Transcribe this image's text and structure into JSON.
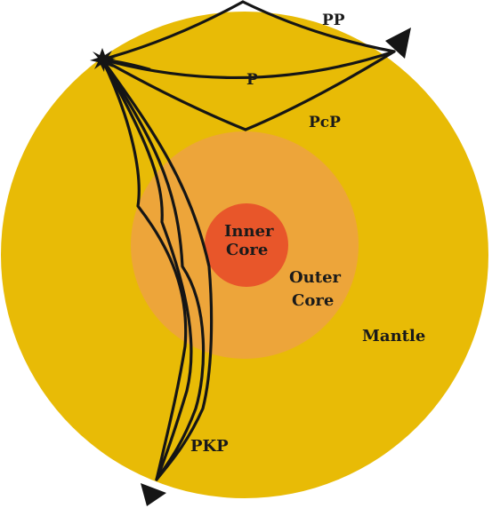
{
  "diagram": {
    "labels": {
      "pp": "PP",
      "p": "P",
      "pcp": "PcP",
      "inner_core_line1": "Inner",
      "inner_core_line2": "Core",
      "outer_core_line1": "Outer",
      "outer_core_line2": "Core",
      "mantle": "Mantle",
      "pkp": "PKP"
    },
    "colors": {
      "mantle": "#E8BB06",
      "outer_core": "#EDA53A",
      "inner_core": "#E8562A",
      "ray": "#151515"
    },
    "icons": {
      "source": "earthquake-burst-icon",
      "station_1": "seismometer-triangle-icon",
      "station_2": "seismometer-triangle-icon"
    }
  }
}
